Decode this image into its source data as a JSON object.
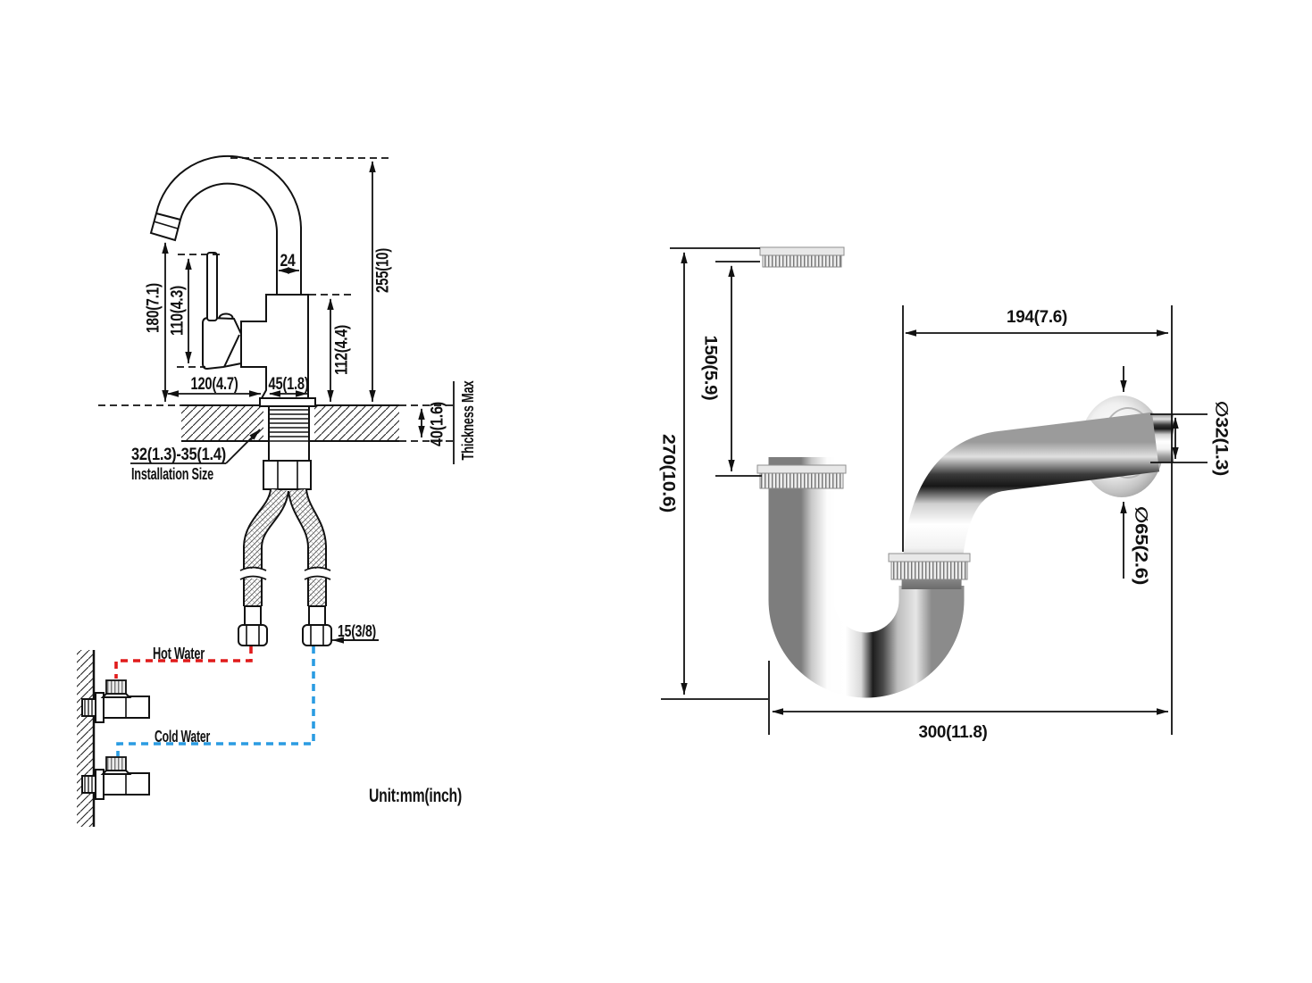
{
  "unit_note": "Unit:mm(inch)",
  "faucet_view": {
    "dimensions": {
      "spout_tube_width": "24",
      "overall_height": "255(10)",
      "spout_outlet_height": "180(7.1)",
      "handle_top_height": "110(4.3)",
      "body_top_height": "112(4.4)",
      "spout_reach": "120(4.7)",
      "body_width": "45(1.8)",
      "deck_thickness": "40(1.6)",
      "deck_thickness_note": "Thickness Max",
      "installation_size_value": "32(1.3)-35(1.4)",
      "installation_size_label": "Installation Size",
      "supply_connector_size": "15(3/8)"
    },
    "supply": {
      "hot_label": "Hot Water",
      "cold_label": "Cold Water",
      "hot_color": "#e01b1b",
      "cold_color": "#2b9ce2"
    }
  },
  "trap_view": {
    "dimensions": {
      "overall_height": "270(10.6)",
      "tailpiece_length": "150(5.9)",
      "wall_depth": "194(7.6)",
      "overall_width": "300(11.8)",
      "outlet_diameter": "∅32(1.3)",
      "escutcheon_diameter": "∅65(2.6)"
    }
  },
  "line_color": "#111111"
}
